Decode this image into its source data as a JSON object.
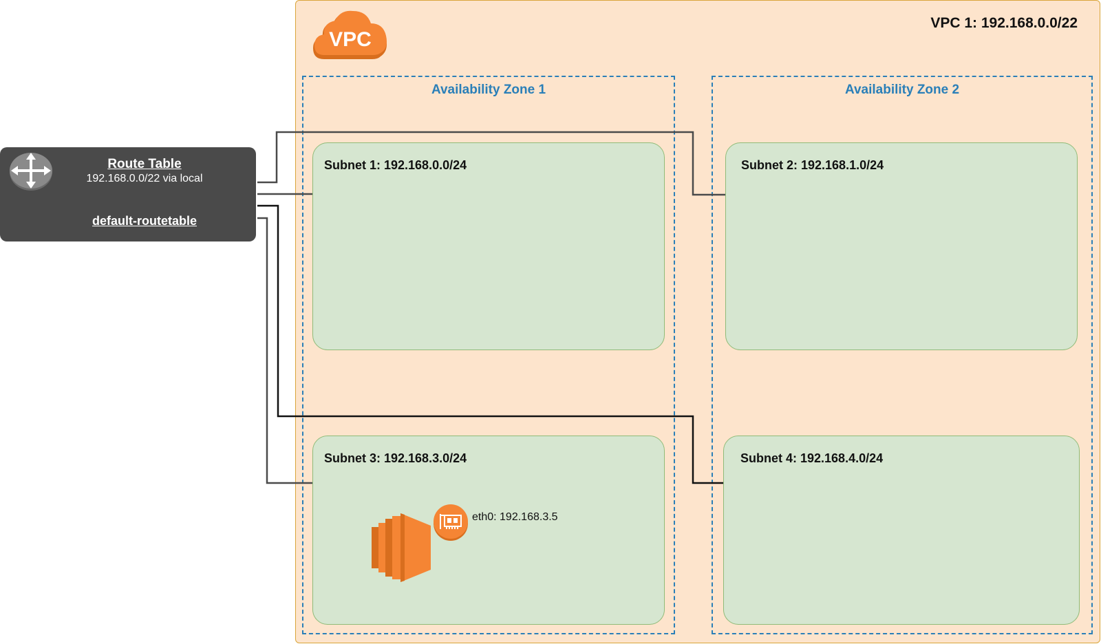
{
  "vpc": {
    "title": "VPC 1: 192.168.0.0/22",
    "logo_text": "VPC"
  },
  "availability_zones": [
    {
      "label": "Availability Zone 1"
    },
    {
      "label": "Availability Zone 2"
    }
  ],
  "subnets": [
    {
      "label": "Subnet 1: 192.168.0.0/24"
    },
    {
      "label": "Subnet 2: 192.168.1.0/24"
    },
    {
      "label": "Subnet 3: 192.168.3.0/24"
    },
    {
      "label": "Subnet 4: 192.168.4.0/24"
    }
  ],
  "route_table": {
    "title": "Route Table",
    "route": "192.168.0.0/22 via local",
    "name": "default-routetable",
    "icon": "router-icon"
  },
  "instance": {
    "icon": "ec2-instance-icon",
    "eni_icon": "network-interface-icon",
    "eni_label": "eth0: 192.168.3.5"
  },
  "colors": {
    "vpc_fill": "#fde4cc",
    "vpc_border": "#d9a53a",
    "az_border": "#2a7fb8",
    "subnet_fill": "#d6e6d0",
    "subnet_border": "#8fbb78",
    "route_table_fill": "#4a4a4a",
    "aws_orange": "#f58534"
  }
}
